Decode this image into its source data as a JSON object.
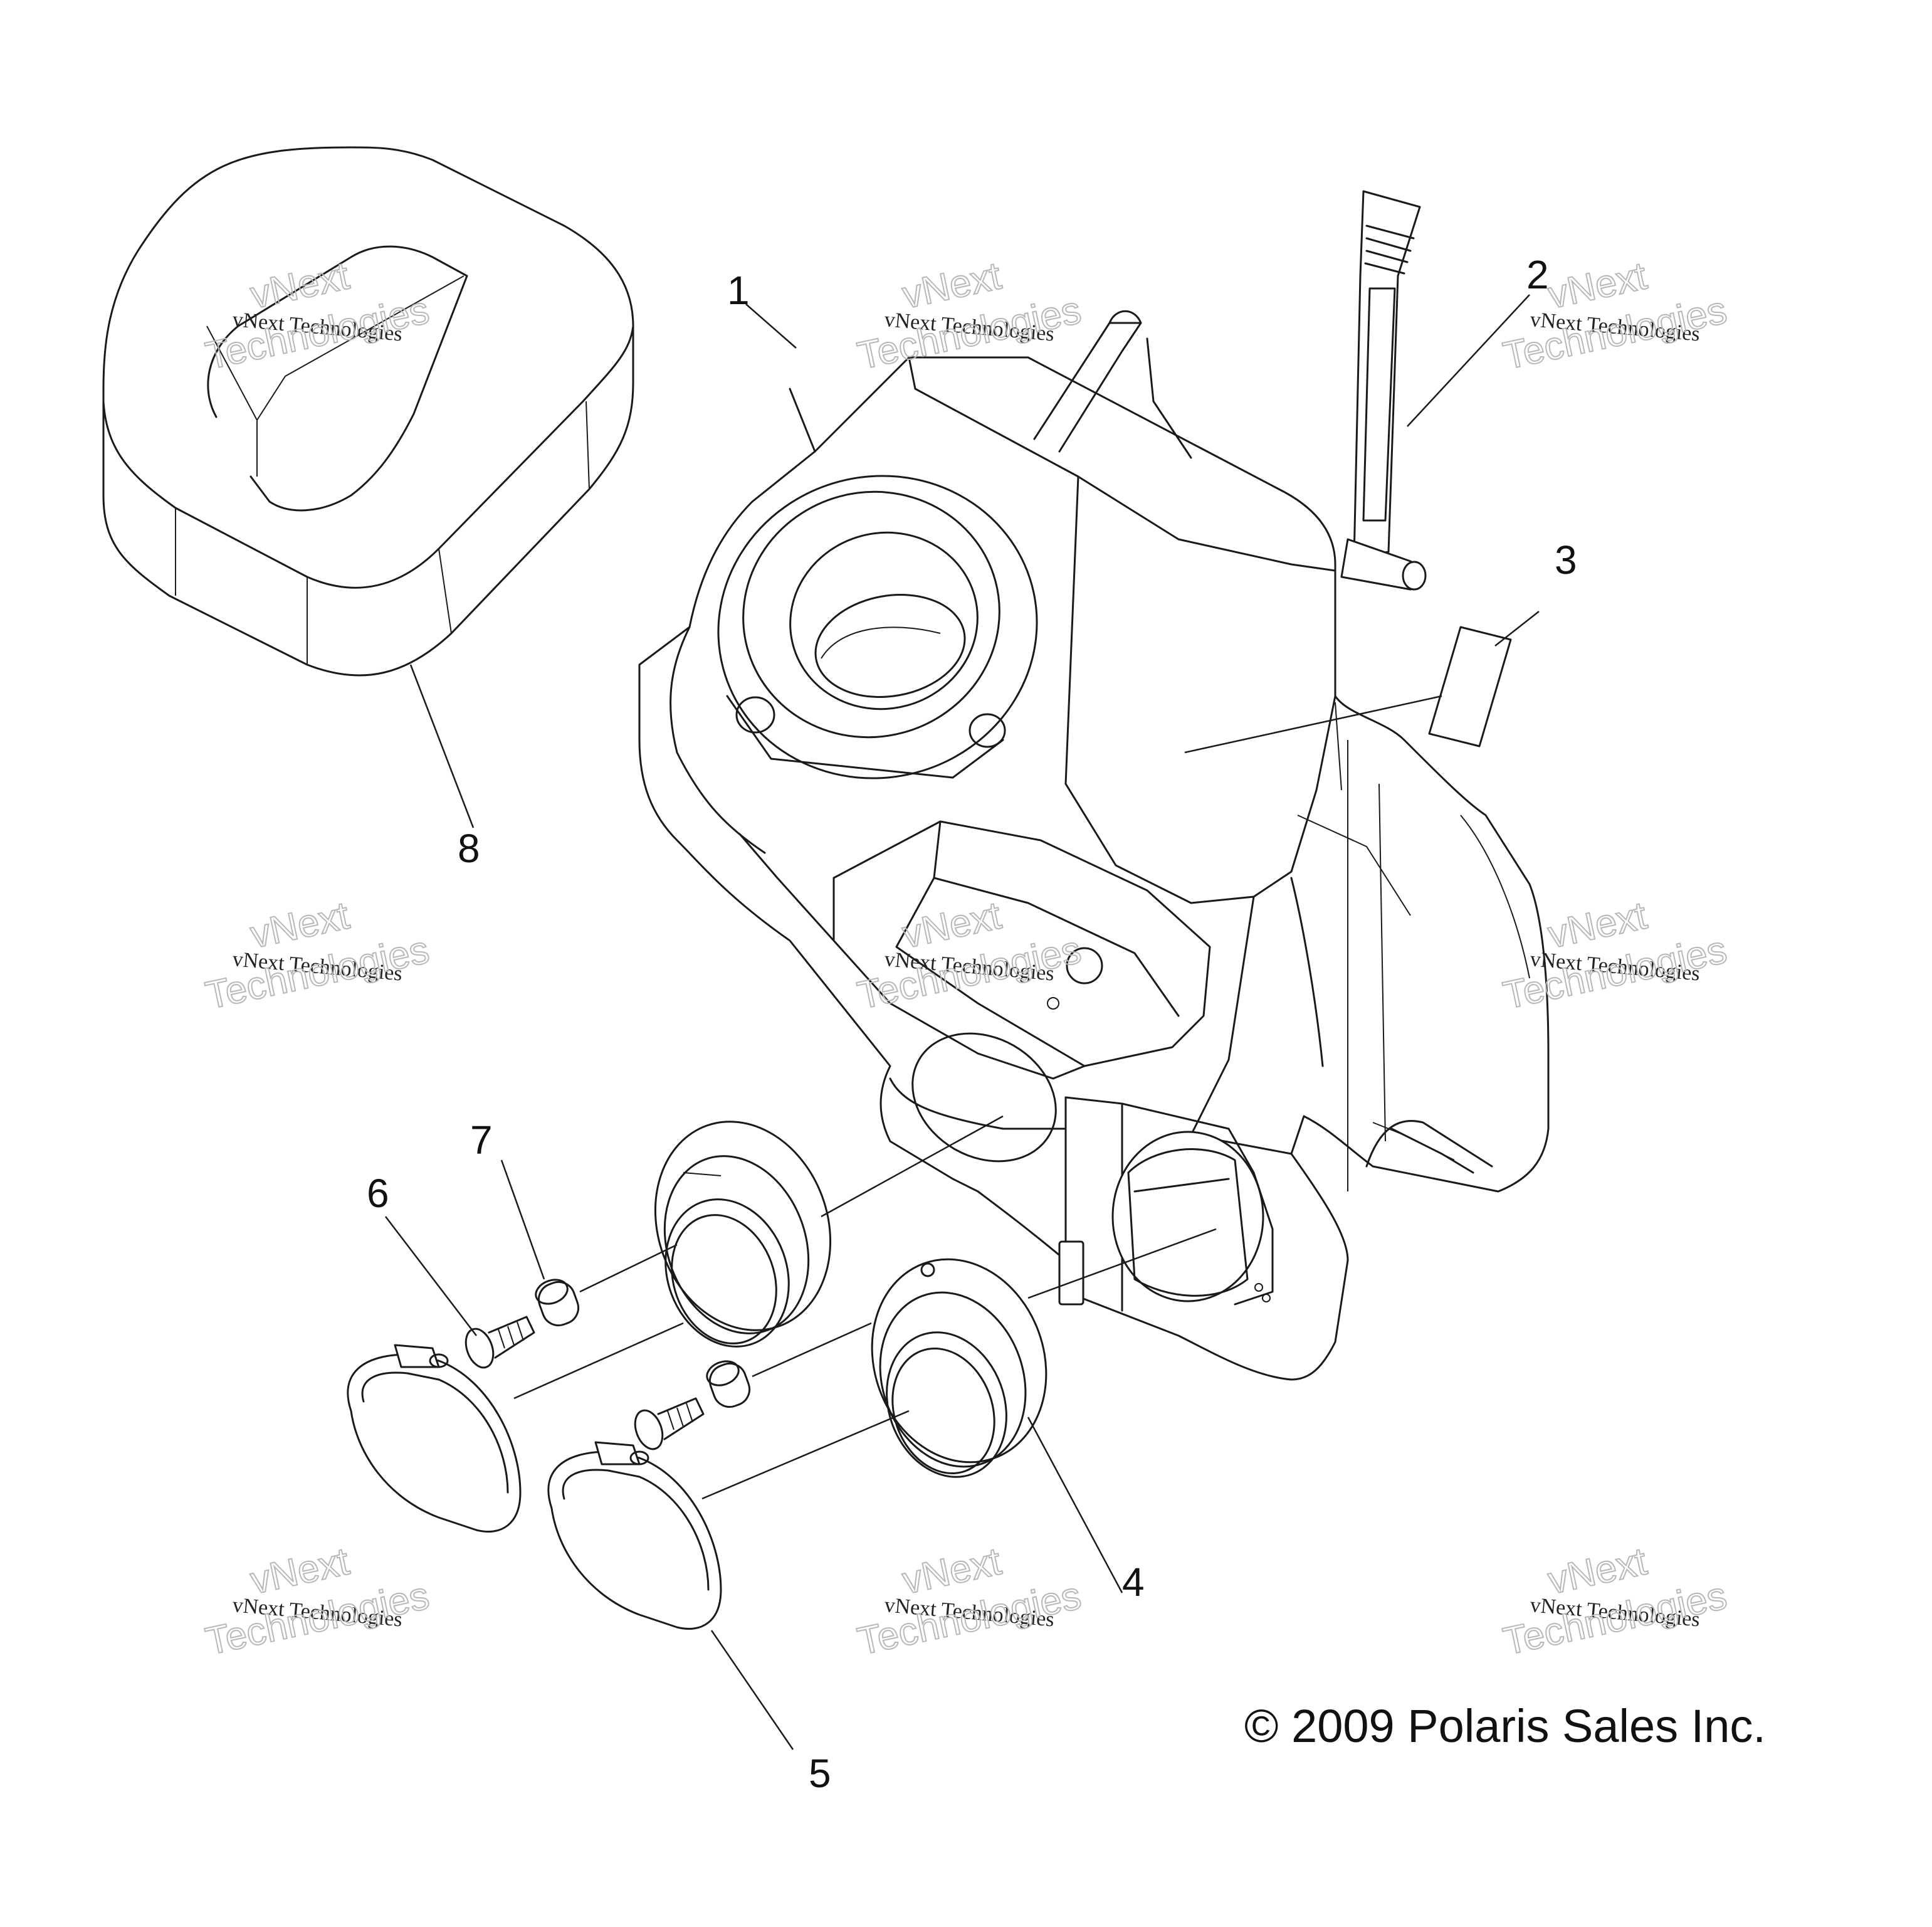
{
  "callouts": [
    "1",
    "2",
    "3",
    "4",
    "5",
    "6",
    "7",
    "8"
  ],
  "copyright": "© 2009 Polaris Sales Inc.",
  "watermark": {
    "line1": "vNext Technologies",
    "line2": "vNext",
    "line3": "Technologies"
  },
  "parts": [
    {
      "id": "air-box",
      "callout": "1"
    },
    {
      "id": "strap",
      "callout": "2"
    },
    {
      "id": "decal",
      "callout": "3"
    },
    {
      "id": "boot-right",
      "callout": "4"
    },
    {
      "id": "clamp",
      "callout": "5"
    },
    {
      "id": "screw",
      "callout": "6"
    },
    {
      "id": "spacer",
      "callout": "7"
    },
    {
      "id": "filter",
      "callout": "8"
    }
  ]
}
